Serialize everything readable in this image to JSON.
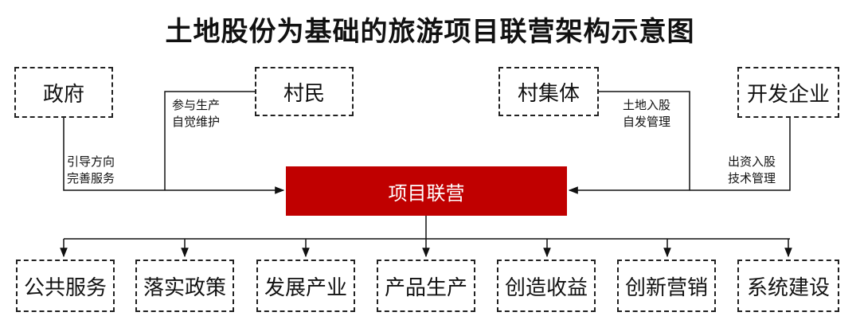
{
  "title": "土地股份为基础的旅游项目联营架构示意图",
  "parties": {
    "government": "政府",
    "villagers": "村民",
    "collective": "村集体",
    "developer": "开发企业"
  },
  "relations": {
    "government": [
      "引导方向",
      "完善服务"
    ],
    "villagers": [
      "参与生产",
      "自觉维护"
    ],
    "collective": [
      "土地入股",
      "自发管理"
    ],
    "developer": [
      "出资入股",
      "技术管理"
    ]
  },
  "center": "项目联营",
  "functions": [
    "公共服务",
    "落实政策",
    "发展产业",
    "产品生产",
    "创造收益",
    "创新营销",
    "系统建设"
  ]
}
